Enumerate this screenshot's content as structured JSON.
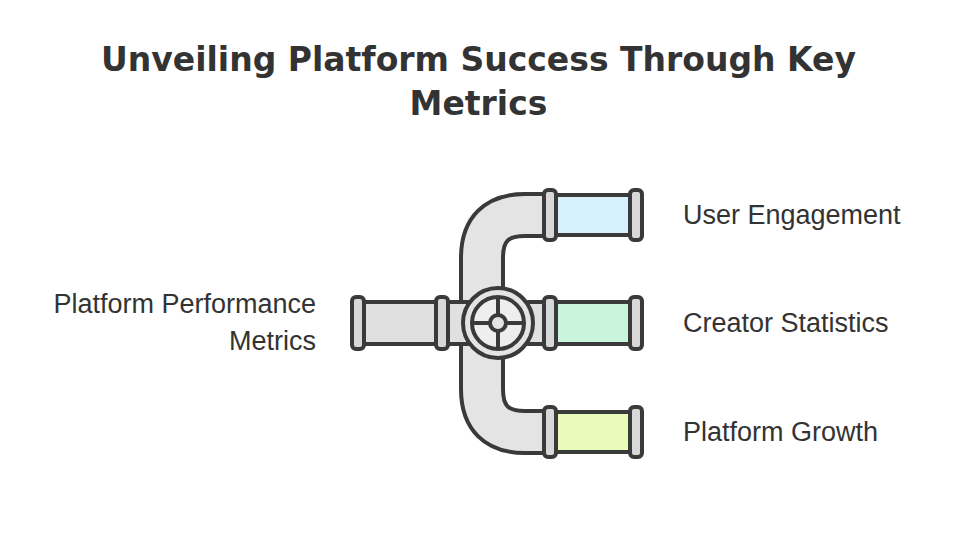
{
  "diagram": {
    "title": "Unveiling Platform Success Through Key Metrics",
    "labels": [
      "Platform Performance Metrics",
      "User Engagement",
      "Creator Statistics",
      "Platform Growth"
    ]
  }
}
